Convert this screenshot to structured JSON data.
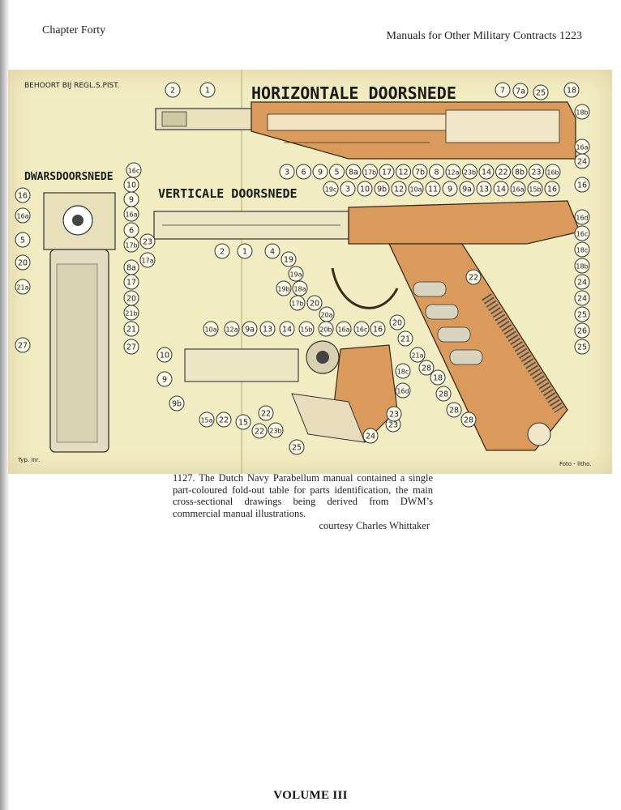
{
  "header": {
    "chapter": "Chapter Forty",
    "section_title": "Manuals for Other Military Contracts",
    "page_number": "1223"
  },
  "plate": {
    "top_left_text": "BEHOORT BIJ REGL.S.PIST.",
    "title_horizontal": "HORIZONTALE DOORSNEDE",
    "title_vertical": "VERTICALE DOORSNEDE",
    "title_transverse": "DWARSDOORSNEDE",
    "bottom_left_mark": "Typ. Inr.",
    "bottom_right_mark": "Foto - litho.",
    "colors": {
      "paper": "#f2ecc2",
      "part_fill": "#d99a5b",
      "ink": "#222222"
    },
    "top_callouts": [
      "2",
      "1",
      "7",
      "7a",
      "25",
      "18",
      "18b",
      "16a",
      "24",
      "16"
    ],
    "mid_callouts": [
      "3",
      "6",
      "9",
      "5",
      "8a",
      "17b",
      "17",
      "12",
      "7b",
      "8",
      "12a",
      "23b",
      "14",
      "22",
      "8b",
      "23",
      "16b"
    ],
    "row2_callouts": [
      "19c",
      "3",
      "10",
      "9b",
      "12",
      "10a",
      "11",
      "9",
      "9a",
      "13",
      "14",
      "16a",
      "15b",
      "16"
    ],
    "left_callouts": [
      "16c",
      "10",
      "16",
      "9",
      "16a",
      "16a",
      "5",
      "6",
      "17b",
      "23",
      "17a",
      "20",
      "8a",
      "17",
      "21a",
      "20",
      "21b",
      "21",
      "27",
      "27"
    ],
    "right_callouts": [
      "16d",
      "16c",
      "18c",
      "18b",
      "24",
      "24",
      "25",
      "26",
      "25"
    ],
    "center_callouts": [
      "2",
      "1",
      "4",
      "19",
      "19a",
      "19b",
      "18a",
      "17b",
      "20",
      "20a",
      "22",
      "20",
      "21",
      "21a",
      "28",
      "18",
      "28",
      "28",
      "28"
    ],
    "lower_callouts": [
      "10a",
      "12a",
      "9a",
      "13",
      "14",
      "15b",
      "20b",
      "16a",
      "16c",
      "16",
      "10",
      "9",
      "9b",
      "15a",
      "22",
      "15",
      "22",
      "23b",
      "22",
      "18c",
      "16d",
      "23",
      "23",
      "24",
      "25"
    ]
  },
  "caption": {
    "text": "1127. The Dutch Navy Parabellum manual contained a single part-coloured fold-out table for parts identification, the main cross-sectional drawings being derived from DWM’s commercial manual illustrations.",
    "credit": "courtesy Charles Whittaker"
  },
  "footer": {
    "volume": "VOLUME III"
  }
}
